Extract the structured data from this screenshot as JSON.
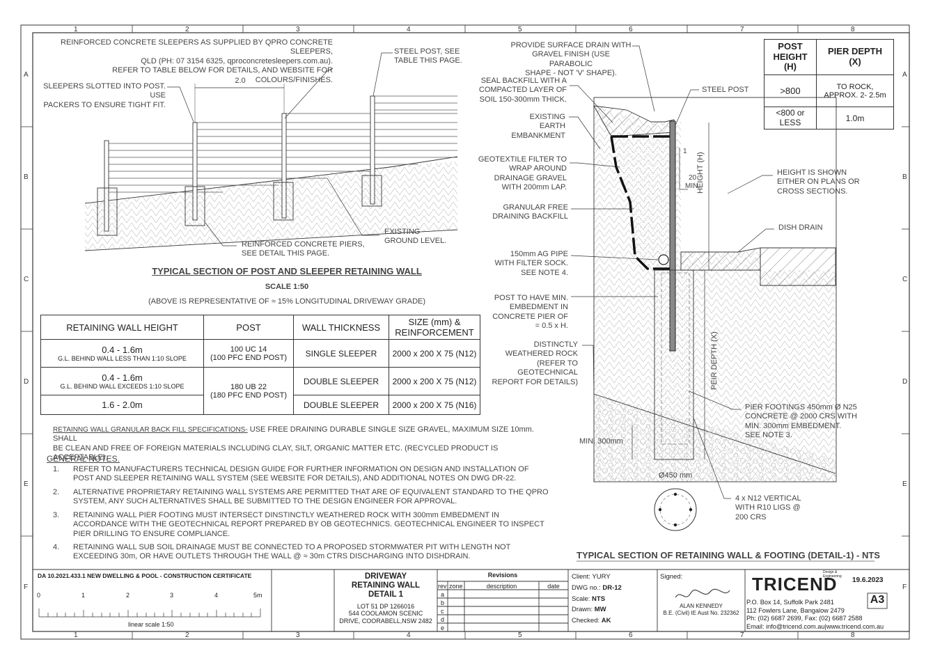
{
  "grid": {
    "cols": [
      "1",
      "2",
      "3",
      "4",
      "5",
      "6",
      "7",
      "8"
    ],
    "rows": [
      "A",
      "B",
      "C",
      "D",
      "E",
      "F"
    ]
  },
  "left_section": {
    "callout_sleepers": "REINFORCED CONCRETE SLEEPERS AS SUPPLIED BY QPRO CONCRETE SLEEPERS,\nQLD (PH: 07 3154 6325, qproconcretesleepers.com.au).\nREFER TO TABLE BELOW FOR DETAILS, AND WEBSITE FOR COLOURS/FINISHES.",
    "callout_steel_post": "STEEL POST, SEE\nTABLE THIS PAGE.",
    "callout_slotted": "SLEEPERS SLOTTED INTO POST. USE\nPACKERS TO ENSURE TIGHT FIT.",
    "dim_spacing": "2.0",
    "callout_existing_ground": "EXISTING\nGROUND LEVEL.",
    "callout_piers": "REINFORCED CONCRETE PIERS,\nSEE DETAIL THIS PAGE.",
    "title": "TYPICAL SECTION OF POST AND SLEEPER RETAINING WALL",
    "scale": "SCALE 1:50",
    "subnote": "(ABOVE IS REPRESENTATIVE OF ≈ 15% LONGITUDINAL DRIVEWAY GRADE)"
  },
  "retaining_table": {
    "headers": [
      "RETAINING WALL HEIGHT",
      "POST",
      "WALL THICKNESS",
      "SIZE (mm) & REINFORCEMENT"
    ],
    "rows": [
      {
        "height": "0.4 - 1.6m",
        "height_sub": "G.L. BEHIND WALL LESS THAN 1:10 SLOPE",
        "post": "100 UC 14\n(100 PFC END POST)",
        "thickness": "SINGLE SLEEPER",
        "size": "2000 x 200 X 75 (N12)"
      },
      {
        "height": "0.4 - 1.6m",
        "height_sub": "G.L. BEHIND WALL EXCEEDS 1:10 SLOPE",
        "post": "180 UB 22\n(180 PFC END POST)",
        "thickness": "DOUBLE SLEEPER",
        "size": "2000 x 200 X 75 (N12)"
      },
      {
        "height": "1.6 - 2.0m",
        "height_sub": "",
        "post": "",
        "thickness": "DOUBLE SLEEPER",
        "size": "2000 x 200 X 75 (N16)"
      }
    ]
  },
  "backfill_spec": {
    "heading": "RETAINNG WALL GRANULAR BACK FILL SPECIFICATIONS-",
    "text": " USE  FREE DRAINING DURABLE SINGLE SIZE GRAVEL, MAXIMUM SIZE 10mm. SHALL\nBE CLEAN AND FREE OF FOREIGN MATERIALS INCLUDING CLAY, SILT, ORGANIC MATTER ETC. (RECYCLED PRODUCT IS ACCEPTABLE)."
  },
  "general_notes": {
    "heading": "GENERAL NOTES.",
    "items": [
      "REFER TO MANUFACTURERS  TECHNICAL DESIGN GUIDE FOR FURTHER INFORMATION ON DESIGN AND INSTALLATION OF\nPOST AND SLEEPER RETAINING WALL SYSTEM (SEE WEBSITE FOR DETAILS), AND ADDITIONAL NOTES  ON DWG DR-22.",
      "ALTERNATIVE PROPRIETARY RETAINING WALL SYSTEMS ARE PERMITTED THAT ARE OF EQUIVALENT STANDARD TO THE QPRO\nSYSTEM, ANY SUCH ALTERNATIVES SHALL BE SUBMITTED TO THE DESIGN ENGINEER FOR APPROVAL.",
      "RETAINING WALL PIER FOOTING MUST INTERSECT DINSTINCTLY WEATHERED ROCK WITH 300mm EMBEDMENT IN\nACCORDANCE WITH THE GEOTECHNICAL REPORT PREPARED BY OB GEOTECHNICS.  GEOTECHNICAL ENGINEER TO INSPECT\nPIER DRILLING TO ENSURE COMPLIANCE.",
      "RETAINING WALL SUB SOIL DRAINAGE MUST BE CONNECTED TO A PROPOSED STORMWATER PIT WITH LENGTH NOT\nEXCEEDING 30m, OR HAVE OUTLETS THROUGH THE WALL @ ≈ 30m CTRS DISCHARGING INTO DISHDRAIN."
    ]
  },
  "right_section": {
    "surface_drain": "PROVIDE SURFACE DRAIN WITH\nGRAVEL FINISH (USE PARABOLIC\nSHAPE - NOT 'V' SHAPE).",
    "seal_backfill": "SEAL BACKFILL WITH A\nCOMPACTED LAYER OF\nSOIL 150-300mm THICK.",
    "steel_post": "STEEL POST",
    "existing_embankment": "EXISTING\nEARTH\nEMBANKMENT",
    "geotextile": "GEOTEXTILE FILTER TO\nWRAP AROUND\nDRAINAGE GRAVEL\nWITH 200mm LAP.",
    "granular": "GRANULAR FREE\nDRAINING BACKFILL",
    "ag_pipe": "150mm AG PIPE\nWITH FILTER SOCK.\nSEE NOTE 4.",
    "embedment": "POST TO HAVE MIN.\nEMBEDMENT IN\nCONCRETE PIER OF\n= 0.5 x H.",
    "weathered_rock": "DISTINCTLY\nWEATHERED ROCK\n(REFER TO\nGEOTECHNICAL\nREPORT FOR DETAILS)",
    "height_note": "HEIGHT IS SHOWN\nEITHER ON PLANS OR\nCROSS SECTIONS.",
    "dish_drain": "DISH DRAIN",
    "pier_footings": "PIER FOOTINGS 450mm Ø N25\nCONCRETE @ 2000 CRS  WITH\nMIN.  300mm EMBEDMENT.\nSEE NOTE 3.",
    "min_300": "MIN. 300mm",
    "dia_450": "Ø450 mm",
    "reo": "4 x N12 VERTICAL\nWITH R10 LIGS @\n200 CRS",
    "slope_1": "1",
    "slope_20": "20\nMIN.",
    "height_label": "HEIGHT (H)",
    "pier_depth_label": "PEIR DEPTH (X)",
    "title": "TYPICAL SECTION OF  RETAINING WALL & FOOTING (DETAIL-1)  - NTS"
  },
  "pier_table": {
    "headers": [
      "POST\nHEIGHT\n(H)",
      "PIER DEPTH\n(X)"
    ],
    "rows": [
      [
        ">800",
        "TO ROCK,\nAPPROX. 2- 2.5m"
      ],
      [
        "<800 or\nLESS",
        "1.0m"
      ]
    ]
  },
  "title_block": {
    "da": "DA 10.2021.433.1 NEW DWELLING & POOL - CONSTRUCTION CERTIFICATE",
    "scale_ticks": [
      "0",
      "1",
      "2",
      "3",
      "4",
      "5m"
    ],
    "scale_label": "linear scale 1:50",
    "drawing_title": "DRIVEWAY\nRETAINING WALL\nDETAIL 1",
    "address": "LOT 51 DP 1266016\n544 COOLAMON SCENIC\nDRIVE, COORABELL,NSW 2482",
    "revisions_heading": "Revisions",
    "rev_headers": [
      "rev",
      "zone",
      "description",
      "date"
    ],
    "rev_letters": [
      "a",
      "b",
      "c",
      "d",
      "e"
    ],
    "client_label": "Client:",
    "client": "YURY",
    "dwg_label": "DWG no.:",
    "dwg": "DR-12",
    "scale_lbl": "Scale:",
    "scale_val": "NTS",
    "drawn_label": "Drawn:",
    "drawn": "MW",
    "checked_label": "Checked:",
    "checked": "AK",
    "signed_label": "Signed:",
    "signature": "Alan Kennedy",
    "engineer": "ALAN KENNEDY\nB.E. (Civil) IE Aust No. 232362",
    "logo": "TRICEND",
    "logo_tag": "Design &\nEngineering",
    "date": "19.6.2023",
    "sheet_size": "A3",
    "contact": "P.O. Box 14, Suffolk Park 2481\n112 Fowlers Lane, Bangalow 2479\nPh: (02) 6687 2699, Fax: (02) 6687 2588\nEmail: info@tricend.com.au|www.tricend.com.au"
  }
}
